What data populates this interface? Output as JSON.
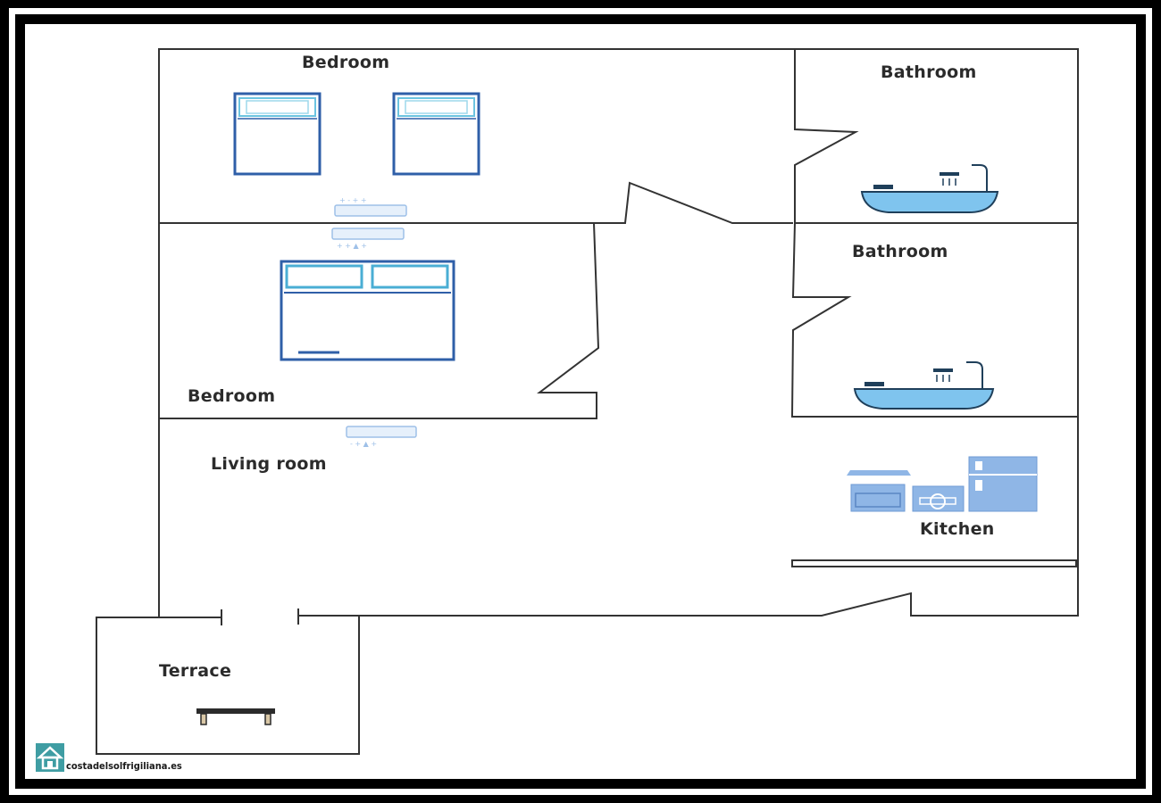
{
  "rooms": {
    "bedroom_top": "Bedroom",
    "bedroom_middle": "Bedroom",
    "bathroom_top": "Bathroom",
    "bathroom_bottom": "Bathroom",
    "living_room": "Living room",
    "kitchen": "Kitchen",
    "terrace": "Terrace"
  },
  "watermark": {
    "text": "costadelsolfrigiliana.es"
  },
  "colors": {
    "wall": "#333333",
    "bed_outline": "#2f5fa8",
    "pillow": "#6cc4e0",
    "bath": "#7fc4ee",
    "appliance": "#8fb6e6",
    "logo": "#3f9da3"
  },
  "icons": [
    "single-bed-icon",
    "double-bed-icon",
    "bathtub-icon",
    "air-conditioner-icon",
    "stove-icon",
    "washing-machine-icon",
    "fridge-icon",
    "bench-icon",
    "house-logo-icon"
  ]
}
